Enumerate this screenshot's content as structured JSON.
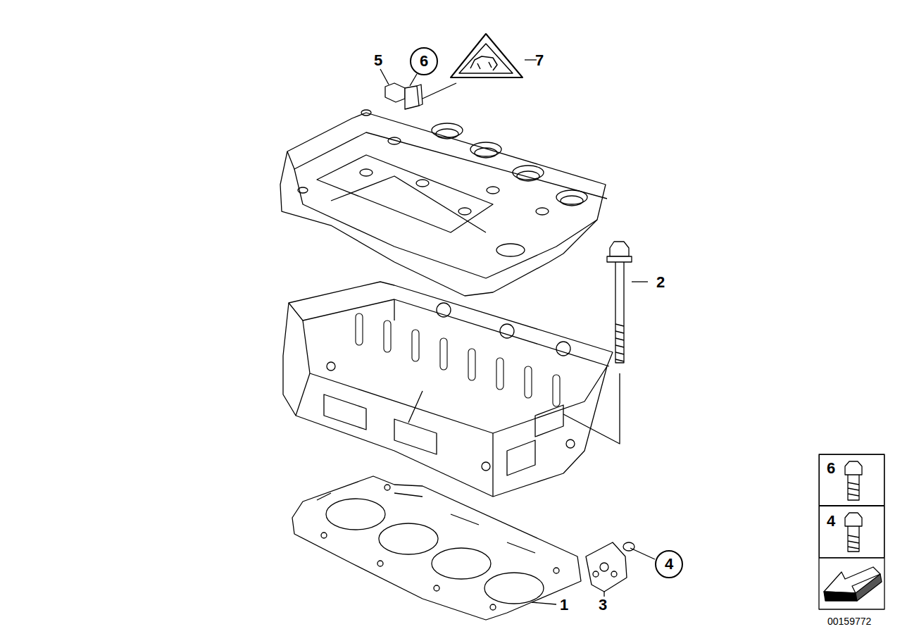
{
  "diagram": {
    "nodes": [
      {
        "text": [
          "6"
        ]
      },
      {
        "text": [
          "6"
        ]
      },
      {
        "text": [
          "4"
        ]
      },
      {
        "text": [
          "4"
        ]
      }
    ],
    "labels": [
      "5",
      "7",
      "2",
      "1",
      "3",
      "00159772"
    ]
  }
}
